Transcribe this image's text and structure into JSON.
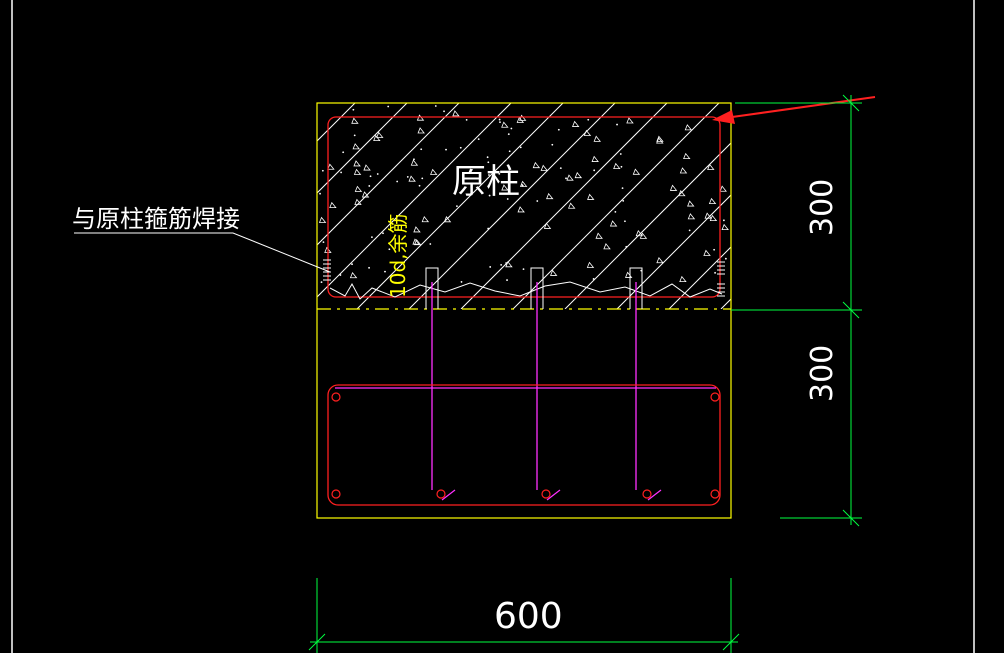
{
  "drawing": {
    "title_original_column": "原柱",
    "label_weld": "与原柱箍筋焊接",
    "label_bar_spec": "10d,余筋",
    "dim_upper": "300",
    "dim_lower": "300",
    "dim_width": "600"
  },
  "colors": {
    "background": "#000000",
    "outline": "#ffff00",
    "stirrup": "#ff2020",
    "rebar": "#ff30ff",
    "dimension": "#00ff40",
    "text": "#ffffff",
    "arrow": "#ff2020",
    "hatch": "#ffffff"
  }
}
